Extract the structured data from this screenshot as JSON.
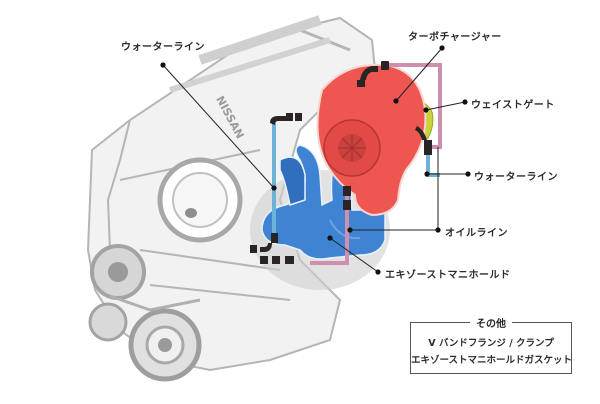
{
  "diagram": {
    "subject": "Engine turbo kit component diagram",
    "colors": {
      "turbocharger": "#ee5652",
      "exhaust_manifold": "#3d82d0",
      "wastegate": "#c8d13a",
      "water_line": "#6fb3d6",
      "oil_line": "#cf8fae",
      "engine_gray": "#b8b8b8",
      "fitting": "#2a2424",
      "leader_line": "#222222"
    },
    "engine_text": "NISSAN",
    "callouts": [
      {
        "id": "water-line-left",
        "label": "ウォーターライン"
      },
      {
        "id": "turbocharger",
        "label": "ターボチャージャー"
      },
      {
        "id": "wastegate",
        "label": "ウェイストゲート"
      },
      {
        "id": "water-line-right",
        "label": "ウォーターライン"
      },
      {
        "id": "oil-line",
        "label": "オイルライン"
      },
      {
        "id": "exhaust-manifold",
        "label": "エキゾーストマニホールド"
      }
    ],
    "other_box": {
      "title": "その他",
      "items": [
        "V バンドフランジ / クランプ",
        "エキゾーストマニホールドガスケット"
      ]
    }
  }
}
